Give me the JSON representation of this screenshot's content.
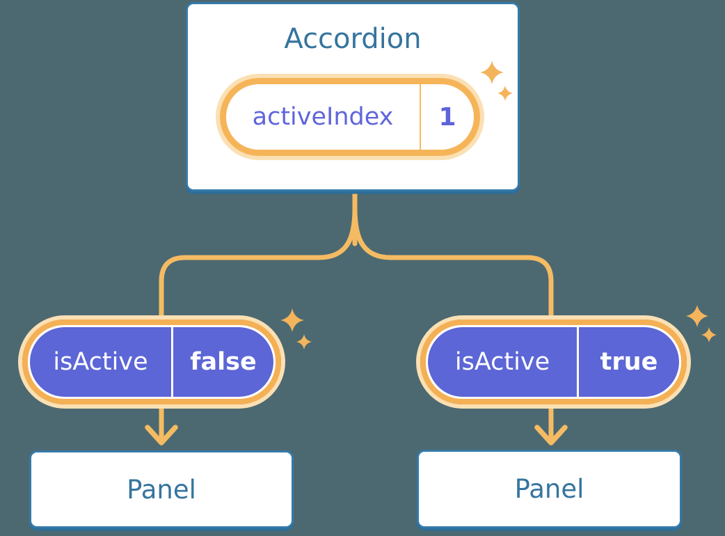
{
  "colors": {
    "background": "#4C6971",
    "card_border": "#3679A8",
    "card_shadow": "#2C6E9C",
    "heading_text": "#35749E",
    "connector": "#F5BB63",
    "pill_ring": "#F6B459",
    "pill_glow": "#FBE0B4",
    "sparkle": "#F4B45C",
    "prop_pill_fill": "#5C66D6",
    "state_text": "#6165DC"
  },
  "icons": {
    "sparkle": "sparkle-icon"
  },
  "accordion": {
    "title": "Accordion",
    "state": {
      "name": "activeIndex",
      "value": "1"
    }
  },
  "children": [
    {
      "prop": {
        "name": "isActive",
        "value": "false"
      },
      "panel": {
        "title": "Panel"
      }
    },
    {
      "prop": {
        "name": "isActive",
        "value": "true"
      },
      "panel": {
        "title": "Panel"
      }
    }
  ]
}
